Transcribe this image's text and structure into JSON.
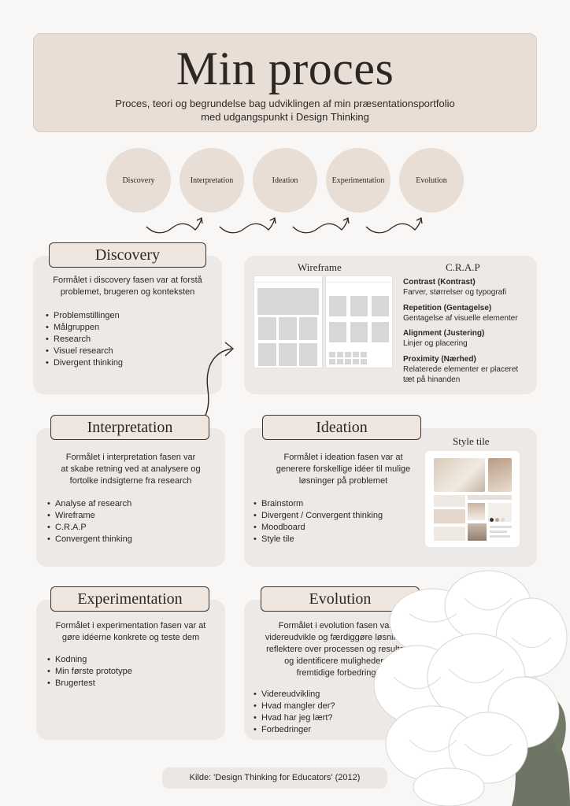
{
  "header": {
    "title": "Min proces",
    "subtitle_line1": "Proces, teori og begrundelse bag udviklingen af min præsentationsportfolio",
    "subtitle_line2": "med udgangspunkt i Design Thinking"
  },
  "phases": [
    "Discovery",
    "Interpretation",
    "Ideation",
    "Experimentation",
    "Evolution"
  ],
  "discovery": {
    "title": "Discovery",
    "desc_line1": "Formålet i discovery fasen var at forstå",
    "desc_line2": "problemet, brugeren og konteksten",
    "items": [
      "Problemstillingen",
      "Målgruppen",
      "Research",
      "Visuel research",
      "Divergent thinking"
    ]
  },
  "wireframe": {
    "title": "Wireframe"
  },
  "crap": {
    "title": "C.R.A.P",
    "items": [
      {
        "heading": "Contrast (Kontrast)",
        "line1": "Farver, størrelser og typografi",
        "line2": ""
      },
      {
        "heading": "Repetition (Gentagelse)",
        "line1": "Gentagelse af visuelle elementer",
        "line2": ""
      },
      {
        "heading": "Alignment (Justering)",
        "line1": "Linjer og placering",
        "line2": ""
      },
      {
        "heading": "Proximity (Nærhed)",
        "line1": "Relaterede elementer er placeret",
        "line2": "tæt på hinanden"
      }
    ]
  },
  "interpretation": {
    "title": "Interpretation",
    "desc_line1": "Formålet i interpretation fasen var",
    "desc_line2": "at skabe retning ved at analysere og",
    "desc_line3": "fortolke indsigterne fra research",
    "items": [
      "Analyse af research",
      "Wireframe",
      "C.R.A.P",
      "Convergent thinking"
    ]
  },
  "ideation": {
    "title": "Ideation",
    "desc_line1": "Formålet i ideation fasen var at",
    "desc_line2": "generere forskellige idéer til mulige",
    "desc_line3": "løsninger på problemet",
    "items": [
      "Brainstorm",
      "Divergent / Convergent thinking",
      "Moodboard",
      "Style tile"
    ]
  },
  "style_tile": {
    "title": "Style tile"
  },
  "experimentation": {
    "title": "Experimentation",
    "desc_line1": "Formålet i experimentation fasen var at",
    "desc_line2": "gøre idéerne konkrete og teste dem",
    "items": [
      "Kodning",
      "Min første prototype",
      "Brugertest"
    ]
  },
  "evolution": {
    "title": "Evolution",
    "desc_line1": "Formålet i evolution fasen var at",
    "desc_line2": "videreudvikle og færdiggøre løsningen,",
    "desc_line3": "reflektere over processen og resultatet",
    "desc_line4": "og identificere muligheder for",
    "desc_line5": "fremtidige forbedringer",
    "items": [
      "Videreudvikling",
      "Hvad mangler der?",
      "Hvad har jeg lært?",
      "Forbedringer"
    ]
  },
  "source": "Kilde: 'Design Thinking for Educators' (2012)",
  "colors": {
    "background": "#f8f7f6",
    "header": "#e8ded6",
    "card": "#ede9e6",
    "text": "#2d2724"
  }
}
